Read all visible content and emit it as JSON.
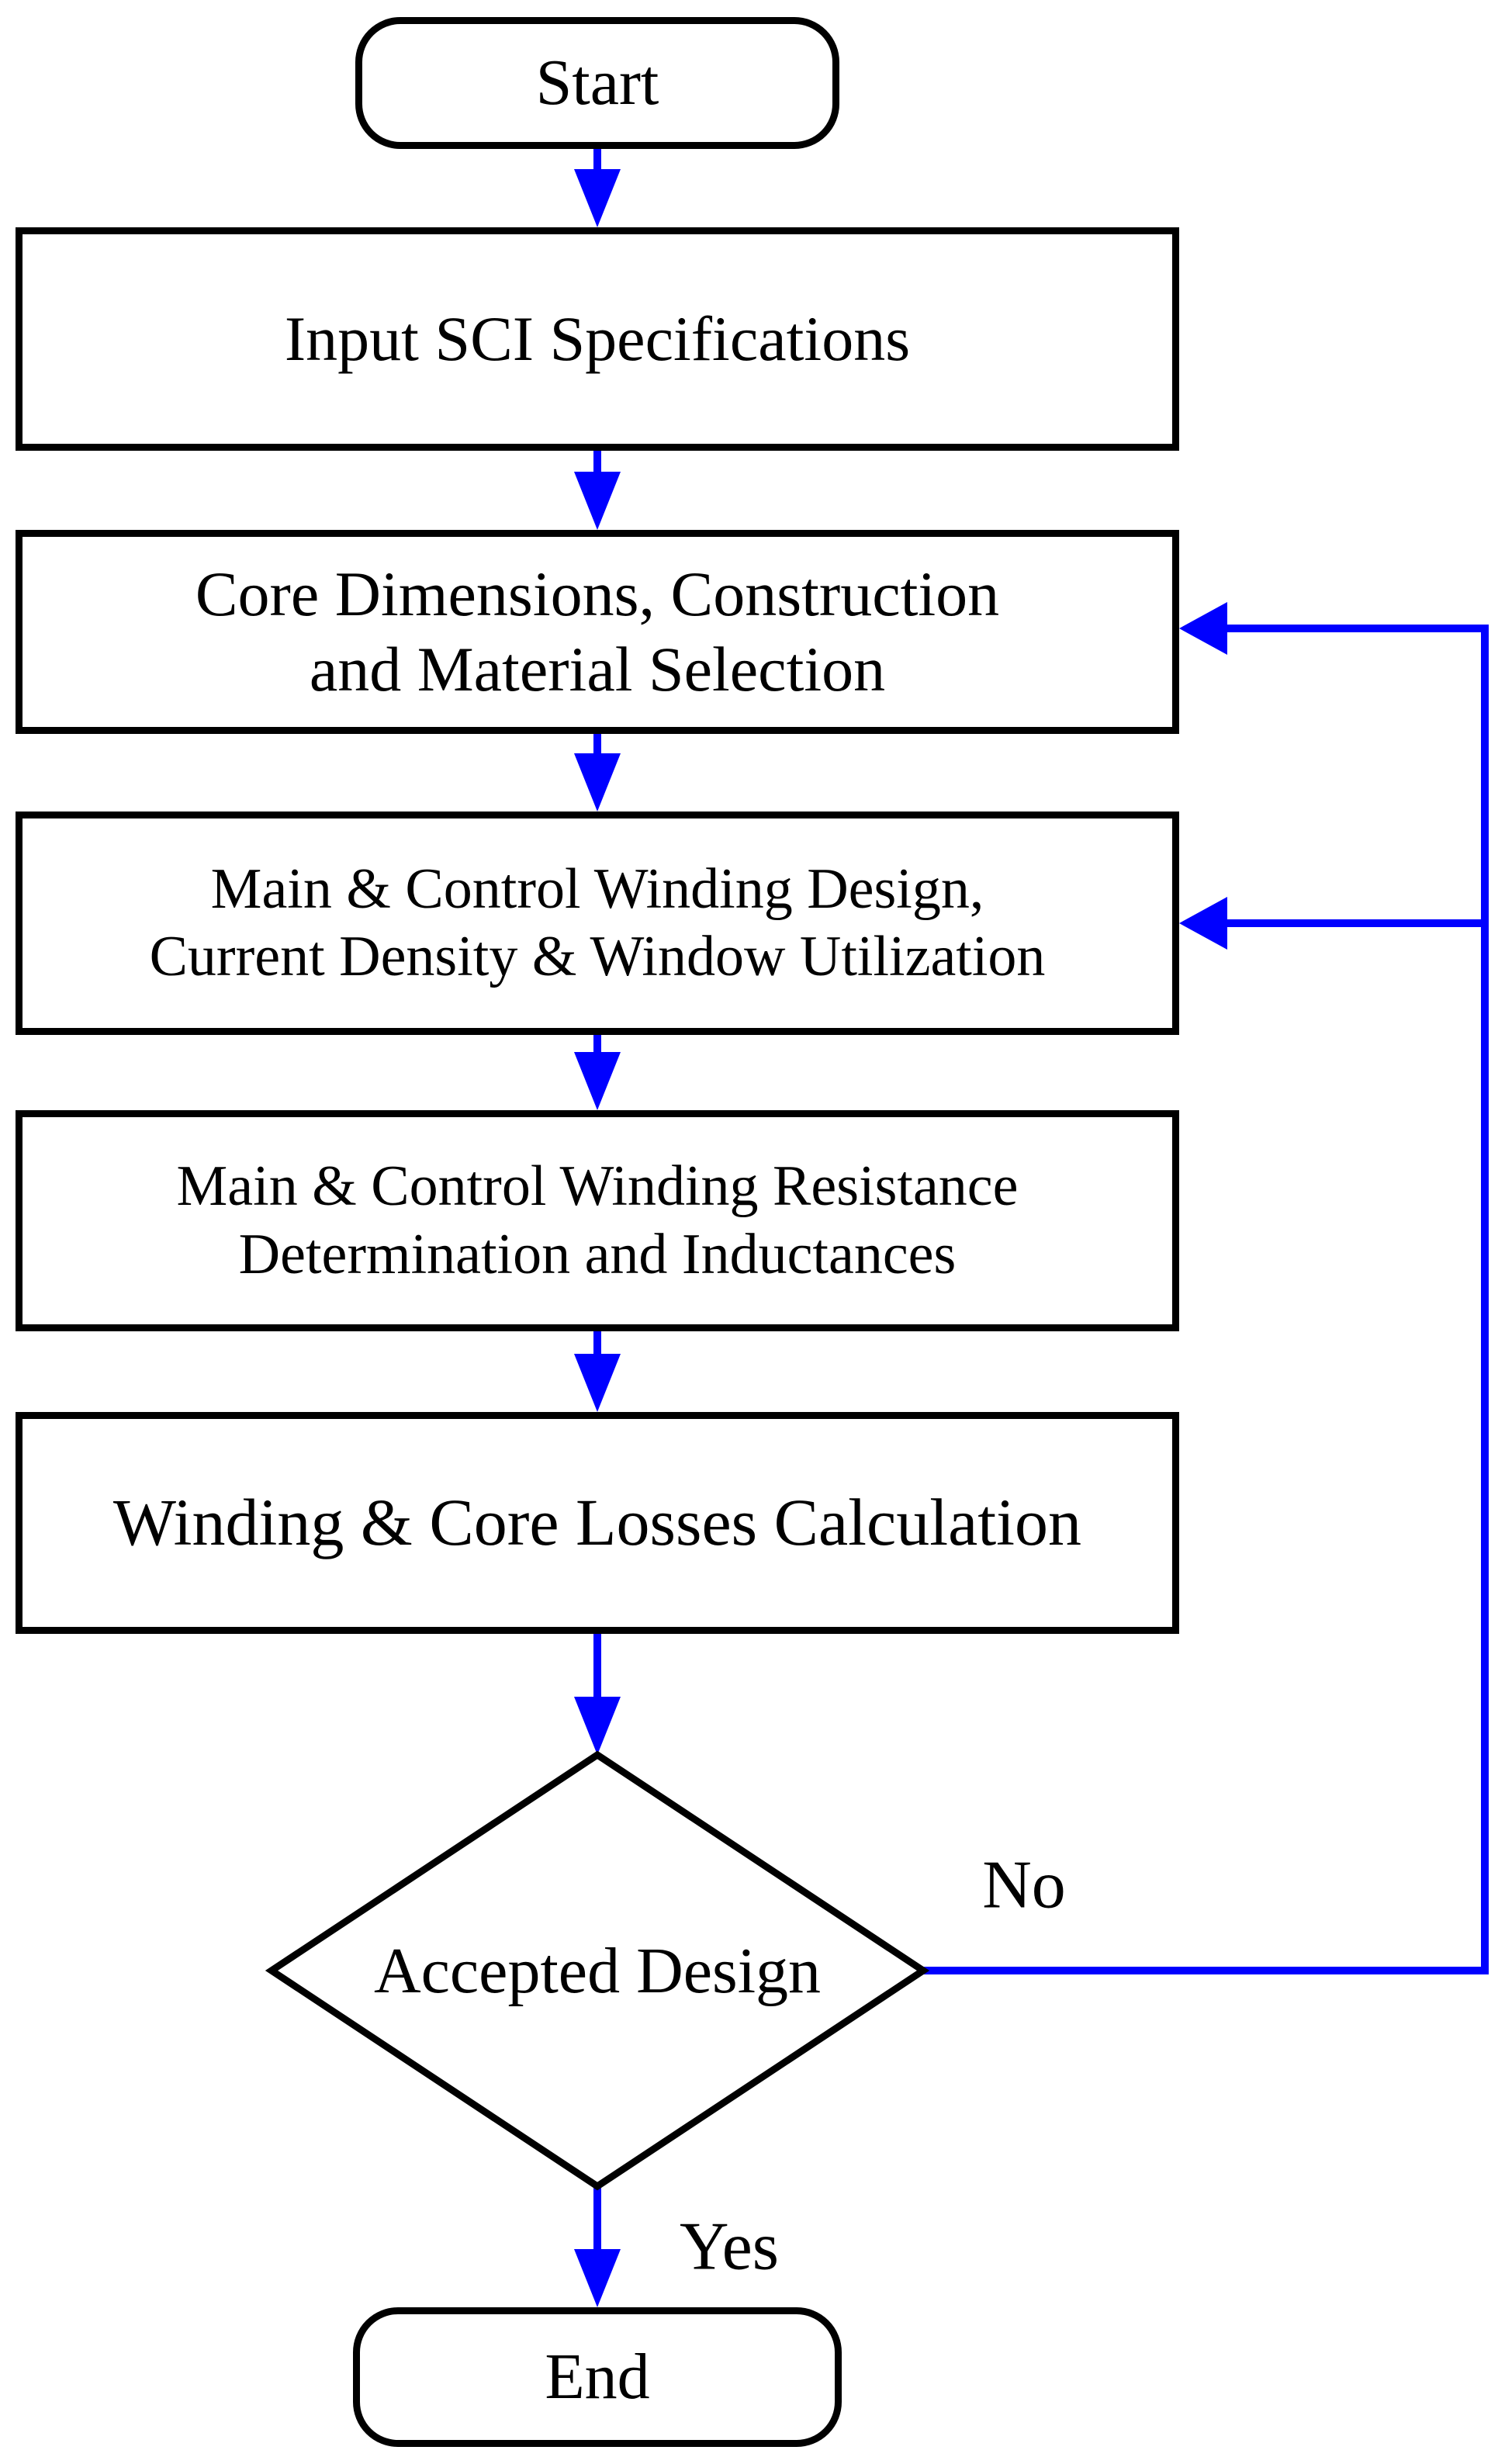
{
  "diagram": {
    "type": "flowchart",
    "colors": {
      "connector": "#0000ff",
      "node_border": "#000000",
      "node_fill": "#ffffff",
      "text": "#000000",
      "background": "#ffffff"
    },
    "nodes": {
      "start": {
        "shape": "terminator",
        "lines": [
          "Start"
        ]
      },
      "input_specs": {
        "shape": "process",
        "lines": [
          "Input SCI Specifications"
        ]
      },
      "core_dimensions": {
        "shape": "process",
        "lines": [
          "Core Dimensions, Construction",
          "and Material Selection"
        ]
      },
      "winding_design": {
        "shape": "process",
        "lines": [
          "Main & Control Winding Design,",
          "Current Density & Window Utilization"
        ]
      },
      "winding_resistance": {
        "shape": "process",
        "lines": [
          "Main & Control Winding Resistance",
          "Determination and Inductances"
        ]
      },
      "losses_calculation": {
        "shape": "process",
        "lines": [
          "Winding & Core Losses Calculation"
        ]
      },
      "accepted_design": {
        "shape": "decision",
        "lines": [
          "Accepted Design"
        ]
      },
      "end": {
        "shape": "terminator",
        "lines": [
          "End"
        ]
      }
    },
    "edge_labels": {
      "no": "No",
      "yes": "Yes"
    },
    "edges": [
      {
        "from": "start",
        "to": "input_specs",
        "label": ""
      },
      {
        "from": "input_specs",
        "to": "core_dimensions",
        "label": ""
      },
      {
        "from": "core_dimensions",
        "to": "winding_design",
        "label": ""
      },
      {
        "from": "winding_design",
        "to": "winding_resistance",
        "label": ""
      },
      {
        "from": "winding_resistance",
        "to": "losses_calculation",
        "label": ""
      },
      {
        "from": "losses_calculation",
        "to": "accepted_design",
        "label": ""
      },
      {
        "from": "accepted_design",
        "to": "end",
        "label": "Yes"
      },
      {
        "from": "accepted_design",
        "to": "core_dimensions",
        "label": "No"
      },
      {
        "from": "accepted_design",
        "to": "winding_design",
        "label": "No"
      }
    ]
  }
}
